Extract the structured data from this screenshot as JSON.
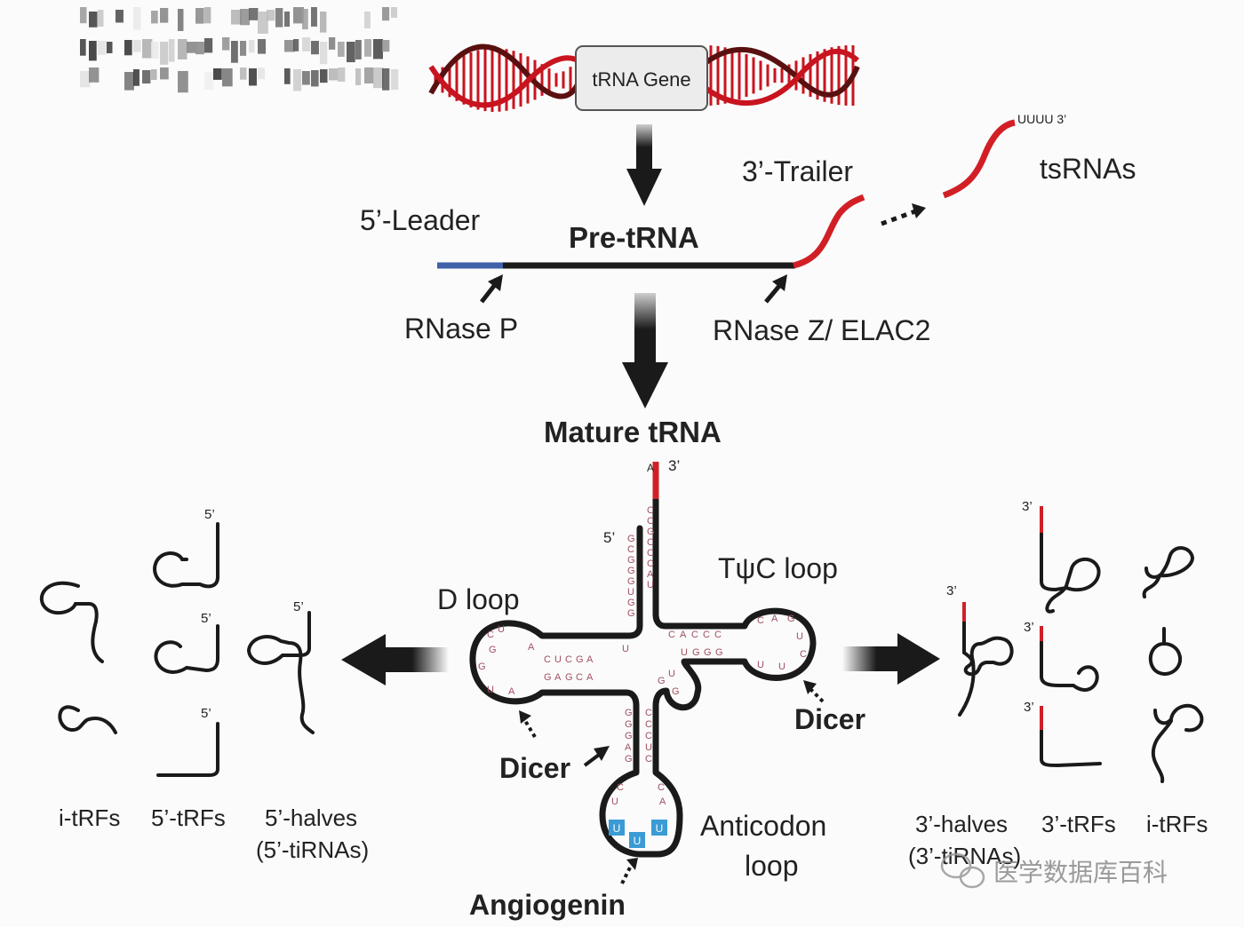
{
  "gene_label": "tRNA Gene",
  "pre_trna": {
    "title": "Pre-tRNA",
    "leader": "5’-Leader",
    "trailer": "3’-Trailer",
    "enzyme_5p": "RNase P",
    "enzyme_3p": "RNase Z/ ELAC2",
    "tsrnas": "tsRNAs",
    "polyU": "UUUU 3’"
  },
  "mature_trna": {
    "title": "Mature tRNA",
    "d_loop": "D loop",
    "tpsic_loop": "TψC loop",
    "anticodon_line1": "Anticodon",
    "anticodon_line2": "loop",
    "end5": "5’",
    "end3": "3’",
    "dicer_left": "Dicer",
    "dicer_right": "Dicer",
    "angiogenin": "Angiogenin",
    "acceptor_nucleotide": "A"
  },
  "left_products": {
    "col1": "i-tRFs",
    "col2": "5’-tRFs",
    "col3_line1": "5’-halves",
    "col3_line2": "(5’-tiRNAs)",
    "end": "5’"
  },
  "right_products": {
    "col1_line1": "3’-halves",
    "col1_line2": "(3’-tiRNAs)",
    "col2": "3’-tRFs",
    "col3": "i-tRFs",
    "end": "3’"
  },
  "watermark": "医学数据库百科",
  "colors": {
    "leader": "#3f62a8",
    "trailer": "#d21f26",
    "anticodon": "#3a9bd5",
    "dna_dark": "#5a1010",
    "dna_red": "#c8141e",
    "arrow": "#1a1a1a"
  }
}
